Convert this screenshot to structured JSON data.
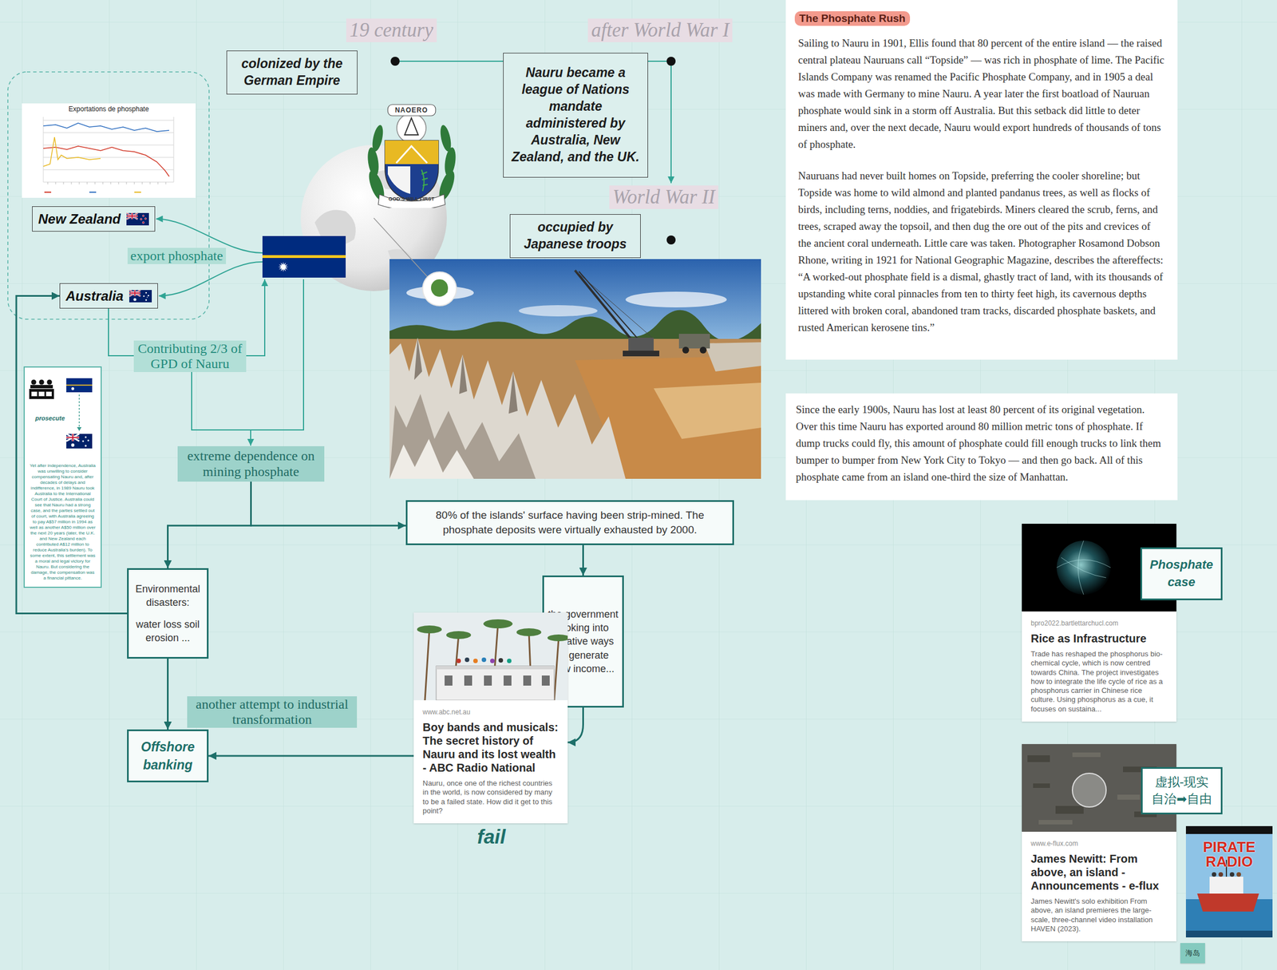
{
  "diagram": {
    "nodes": [
      {
        "text": [
          "colonized by the German Empire"
        ]
      },
      {
        "text": [
          "Nauru became a league of Nations mandate administered by Australia, New Zealand, and the UK."
        ]
      },
      {
        "text": [
          "occupied by Japanese troops"
        ]
      },
      {
        "text": [
          "New Zealand"
        ]
      },
      {
        "text": [
          "Australia"
        ]
      },
      {
        "text": [
          "extreme dependence on mining phosphate"
        ]
      },
      {
        "text": [
          "prosecute",
          "Yet after independence, Australia was unwilling to consider compensating Nauru and, after decades of delays and indifference, in 1989 Nauru took Australia to the International Court of Justice. Australia could see that Nauru had a strong case, and the parties settled out of court, with Australia agreeing to pay A$57 million in 1994 as well as another A$50 million over the next 20 years (later, the U.K. and New Zealand each contributed A$12 million to reduce Australia's burden). To some extent, this settlement was a moral and legal victory for Nauru. But considering the damage, the compensation was a financial pittance."
        ]
      },
      {
        "text": [
          "80% of the islands' surface having been strip-mined. The phosphate deposits were virtually exhausted by 2000."
        ]
      },
      {
        "text": [
          "Environmental disasters:",
          "water loss soil erosion ..."
        ]
      },
      {
        "text": [
          "the government looking into creative ways to generate new income..."
        ]
      },
      {
        "text": [
          "www.abc.net.au",
          "Boy bands and musicals: The secret history of Nauru and its lost wealth - ABC Radio National",
          "Nauru, once one of the richest countries in the world, is now considered by many to be a failed state. How did it get to this point?"
        ]
      },
      {
        "text": [
          "Offshore banking"
        ]
      },
      {
        "text": [
          "The Phosphate Rush",
          "Sailing to Nauru in 1901, Ellis found that 80 percent of the entire island — the raised central plateau Nauruans call “Topside” — was rich in phosphate of lime. The Pacific Islands Company was renamed the Pacific Phosphate Company, and in 1905 a deal was made with Germany to mine Nauru. A year later the first boatload of Nauruan phosphate would sink in a storm off Australia. But this setback did little to deter miners and, over the next decade, Nauru would export hundreds of thousands of tons of phosphate.",
          "Nauruans had never built homes on Topside, preferring the cooler shoreline; but Topside was home to wild almond and planted pandanus trees, as well as flocks of birds, including terns, noddies, and frigatebirds. Miners cleared the scrub, ferns, and trees, scraped away the topsoil, and then dug the ore out of the pits and crevices of the ancient coral underneath. Little care was taken. Photographer Rosamond Dobson Rhone, writing in 1921 for National Geographic Magazine, describes the aftereffects: “A worked-out phosphate field is a dismal, ghastly tract of land, with its thousands of upstanding white coral pinnacles from ten to thirty feet high, its cavernous depths littered with broken coral, abandoned tram tracks, discarded phosphate baskets, and rusted American kerosene tins.”"
        ]
      },
      {
        "text": [
          "Since the early 1900s, Nauru has lost at least 80 percent of its original vegetation. Over this time Nauru has exported around 80 million metric tons of phosphate. If dump trucks could fly, this amount of phosphate could fill enough trucks to link them bumper to bumper from New York City to Tokyo — and then go back. All of this phosphate came from an island one-third the size of Manhattan."
        ]
      },
      {
        "text": [
          "bpro2022.bartlettarchucl.com",
          "Rice as Infrastructure",
          "Trade has reshaped the phosphorus bio-chemical cycle, which is now centred towards China. The project investigates how to integrate the life cycle of rice as a phosphorus carrier in Chinese rice culture. Using phosphorus as a cue, it focuses on sustaina..."
        ]
      },
      {
        "text": [
          "Phosphate case"
        ]
      },
      {
        "text": [
          "www.e-flux.com",
          "James Newitt: From above, an island - Announcements - e-flux",
          "James Newitt's solo exhibition From above, an island premieres the large-scale, three-channel video installation HAVEN (2023)."
        ]
      },
      {
        "text": [
          "虚拟-现实 自治➡自由"
        ]
      },
      {
        "text": [
          "海岛"
        ]
      }
    ],
    "edges": [
      {
        "from": 5,
        "to": 8,
        "arrow": "to"
      },
      {
        "from": 5,
        "to": 7,
        "arrow": "to"
      },
      {
        "from": 7,
        "to": 9,
        "arrow": "to"
      },
      {
        "from": 9,
        "to": 10,
        "arrow": "to"
      },
      {
        "from": 10,
        "to": 11,
        "arrow": "to"
      },
      {
        "from": 8,
        "to": 11,
        "arrow": "to"
      },
      {
        "from": 8,
        "to": 4,
        "arrow": "to"
      }
    ],
    "labels": [
      "19 century",
      "after World War I",
      "World War II",
      "NAOERO",
      "GOD'S WILL FIRST",
      "Exportations de phosphate",
      "export phosphate",
      "Contributing 2/3 of GPD of Nauru",
      "another attempt to industrial transformation",
      "fail",
      "PIRATE RADIO"
    ]
  }
}
